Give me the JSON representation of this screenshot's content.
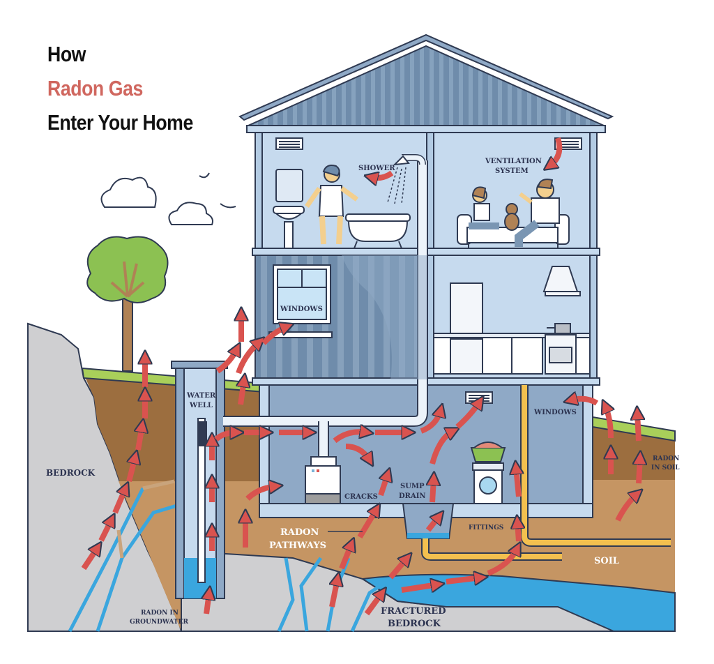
{
  "title": {
    "line1": "How",
    "line2": "Radon Gas",
    "line3": "Enter Your Home",
    "accent_color": "#d0675f",
    "text_color": "#111111"
  },
  "labels": {
    "shower": "SHOWER",
    "ventilation_1": "VENTILATION",
    "ventilation_2": "SYSTEM",
    "windows_upper": "WINDOWS",
    "water_well_1": "WATER",
    "water_well_2": "WELL",
    "windows_basement": "WINDOWS",
    "bedrock": "BEDROCK",
    "radon_in_soil_1": "RADON",
    "radon_in_soil_2": "IN SOIL",
    "cracks": "CRACKS",
    "sump_1": "SUMP",
    "sump_2": "DRAIN",
    "fittings": "FITTINGS",
    "pathways_1": "RADON",
    "pathways_2": "PATHWAYS",
    "soil": "SOIL",
    "groundwater_1": "RADON IN",
    "groundwater_2": "GROUNDWATER",
    "fractured_1": "FRACTURED",
    "fractured_2": "BEDROCK"
  },
  "colors": {
    "arrow": "#d9534f",
    "outline": "#2f3a52",
    "wall": "#c6daee",
    "roof": "#7a96b3",
    "basement": "#8fa9c6",
    "soil_dark": "#9c6e3f",
    "soil_light": "#c59563",
    "grass": "#a9cf5a",
    "rock": "#cfcfd1",
    "water": "#3aa6de",
    "pipe_gas": "#f3c04f"
  }
}
